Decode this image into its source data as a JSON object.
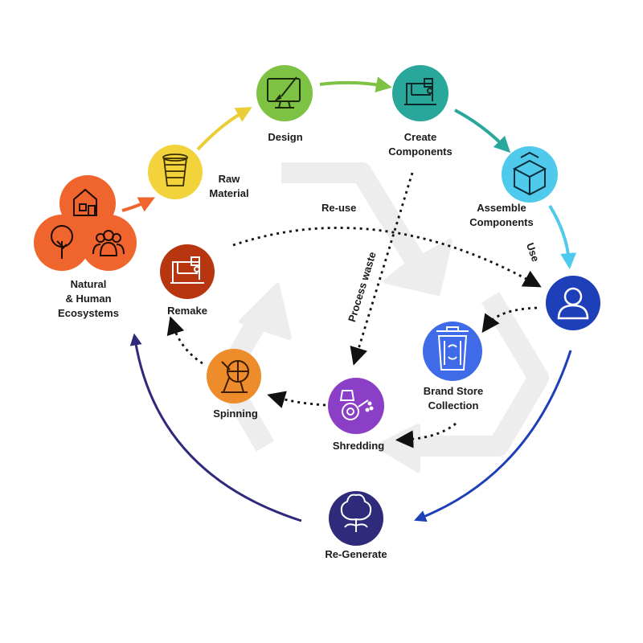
{
  "nodes": {
    "raw_material": {
      "line1": "Raw",
      "line2": "Material",
      "color": "#F2D33C"
    },
    "design": {
      "label": "Design",
      "color": "#7DC242"
    },
    "create_components": {
      "line1": "Create",
      "line2": "Components",
      "color": "#2AA79B"
    },
    "assemble_components": {
      "line1": "Assemble",
      "line2": "Components",
      "color": "#4FC9EC"
    },
    "user": {
      "color": "#1D3FB8"
    },
    "brand_store_collection": {
      "line1": "Brand Store",
      "line2": "Collection",
      "color": "#3F6BE8"
    },
    "shredding": {
      "label": "Shredding",
      "color": "#8A3FC6"
    },
    "spinning": {
      "label": "Spinning",
      "color": "#EE8B2B"
    },
    "remake": {
      "label": "Remake",
      "color": "#B8360F"
    },
    "re_generate": {
      "label": "Re-Generate",
      "color": "#2F2A7A"
    },
    "natural_human": {
      "line1": "Natural",
      "line2": "& Human",
      "line3": "Ecosystems",
      "color": "#F0652E"
    }
  },
  "arrows": {
    "reuse": "Re-use",
    "use": "Use",
    "process_waste": "Process waste"
  }
}
